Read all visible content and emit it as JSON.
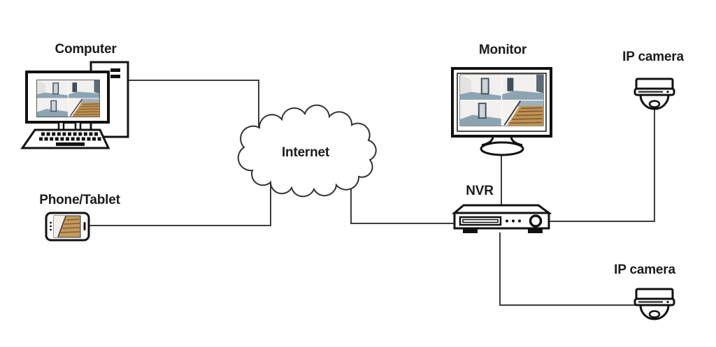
{
  "diagram_type": "network-topology",
  "nodes": [
    {
      "id": "computer",
      "label": "Computer",
      "icon": "desktop-computer-icon"
    },
    {
      "id": "phone",
      "label": "Phone/Tablet",
      "icon": "smartphone-icon"
    },
    {
      "id": "internet",
      "label": "Internet",
      "icon": "cloud-icon"
    },
    {
      "id": "monitor",
      "label": "Monitor",
      "icon": "monitor-icon"
    },
    {
      "id": "nvr",
      "label": "NVR",
      "icon": "nvr-recorder-icon"
    },
    {
      "id": "ip-camera-top",
      "label": "IP camera",
      "icon": "dome-camera-icon"
    },
    {
      "id": "ip-camera-bottom",
      "label": "IP camera",
      "icon": "dome-camera-icon"
    }
  ],
  "connections": [
    {
      "from": "computer",
      "to": "internet"
    },
    {
      "from": "phone",
      "to": "internet"
    },
    {
      "from": "internet",
      "to": "nvr"
    },
    {
      "from": "monitor",
      "to": "nvr"
    },
    {
      "from": "nvr",
      "to": "ip-camera-top"
    },
    {
      "from": "nvr",
      "to": "ip-camera-bottom"
    }
  ],
  "colors": {
    "background": "#ffffff",
    "line": "#3d3d3d",
    "icon_outline": "#111111",
    "camera_floor": "#8ca3b2",
    "stairs": "#c09355",
    "label_text": "#1b1b1b"
  }
}
